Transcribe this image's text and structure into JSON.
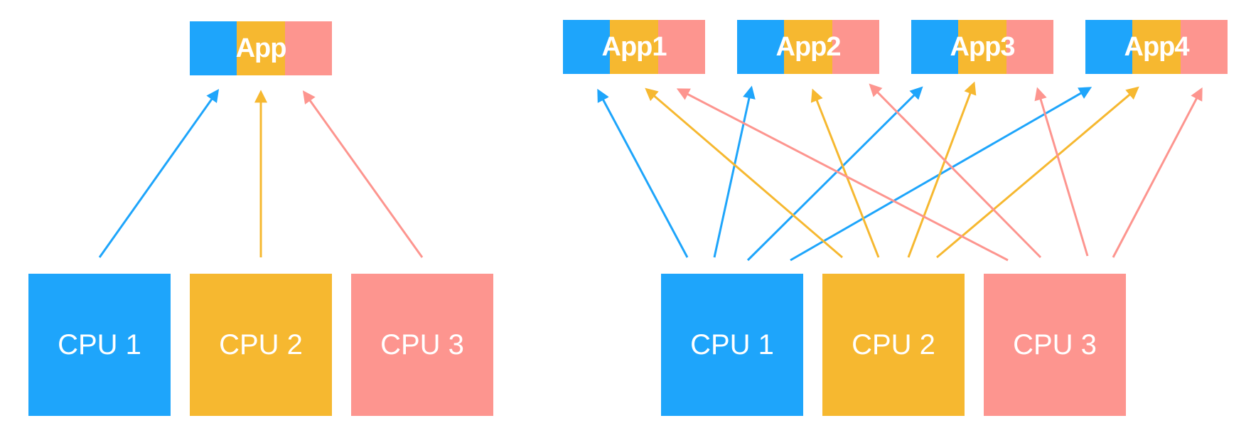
{
  "colors": {
    "cpu1": "#1ea5fb",
    "cpu2": "#f6b830",
    "cpu3": "#fd958f"
  },
  "left": {
    "app": {
      "label": "App"
    },
    "cpus": [
      {
        "label": "CPU 1",
        "color": "cpu1"
      },
      {
        "label": "CPU 2",
        "color": "cpu2"
      },
      {
        "label": "CPU 3",
        "color": "cpu3"
      }
    ]
  },
  "right": {
    "apps": [
      {
        "label": "App1"
      },
      {
        "label": "App2"
      },
      {
        "label": "App3"
      },
      {
        "label": "App4"
      }
    ],
    "cpus": [
      {
        "label": "CPU 1",
        "color": "cpu1"
      },
      {
        "label": "CPU 2",
        "color": "cpu2"
      },
      {
        "label": "CPU 3",
        "color": "cpu3"
      }
    ]
  },
  "edges": {
    "left": [
      {
        "from": "CPU 1",
        "to": "App"
      },
      {
        "from": "CPU 2",
        "to": "App"
      },
      {
        "from": "CPU 3",
        "to": "App"
      }
    ],
    "right": [
      {
        "from": "CPU 1",
        "to": "App1"
      },
      {
        "from": "CPU 1",
        "to": "App2"
      },
      {
        "from": "CPU 1",
        "to": "App3"
      },
      {
        "from": "CPU 1",
        "to": "App4"
      },
      {
        "from": "CPU 2",
        "to": "App1"
      },
      {
        "from": "CPU 2",
        "to": "App2"
      },
      {
        "from": "CPU 2",
        "to": "App3"
      },
      {
        "from": "CPU 2",
        "to": "App4"
      },
      {
        "from": "CPU 3",
        "to": "App1"
      },
      {
        "from": "CPU 3",
        "to": "App2"
      },
      {
        "from": "CPU 3",
        "to": "App3"
      },
      {
        "from": "CPU 3",
        "to": "App4"
      }
    ]
  }
}
